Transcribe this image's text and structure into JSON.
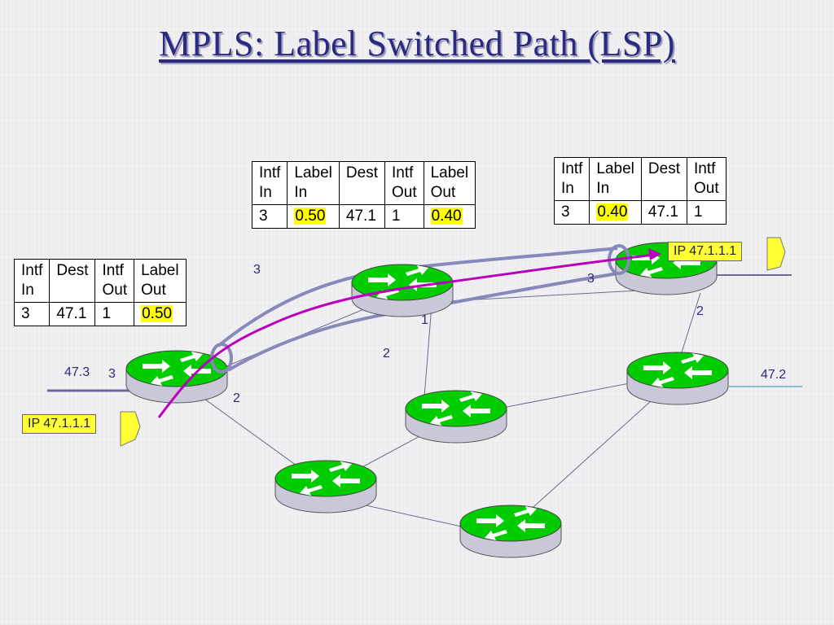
{
  "slide": {
    "title": "MPLS: Label Switched Path (LSP)",
    "colors": {
      "router_green": "#00cc00",
      "router_base": "#c8c8d8",
      "lsp_pipe": "#8888bb",
      "lsp_path": "#bb00bb",
      "highlight": "#ffff00",
      "title": "#2a2a82"
    }
  },
  "tables": {
    "ingress": {
      "headers": [
        [
          "Intf",
          "In"
        ],
        [
          "Dest"
        ],
        [
          "Intf",
          "Out"
        ],
        [
          "Label",
          "Out"
        ]
      ],
      "row": [
        "3",
        "47.1",
        "1",
        "0.50"
      ]
    },
    "core": {
      "headers": [
        [
          "Intf",
          "In"
        ],
        [
          "Label",
          "In"
        ],
        [
          "Dest"
        ],
        [
          "Intf",
          "Out"
        ],
        [
          "Label",
          "Out"
        ]
      ],
      "row": [
        "3",
        "0.50",
        "47.1",
        "1",
        "0.40"
      ]
    },
    "egress": {
      "headers": [
        [
          "Intf",
          "In"
        ],
        [
          "Label",
          "In"
        ],
        [
          "Dest"
        ],
        [
          "Intf",
          "Out"
        ]
      ],
      "row": [
        "3",
        "0.40",
        "47.1",
        "1"
      ]
    }
  },
  "labels": {
    "net_47_3": "47.3",
    "net_47_2": "47.2",
    "r1_if3": "3",
    "r1_if2": "2",
    "r2_if3": "3",
    "r2_if1": "1",
    "r2_if2": "2",
    "r3_if3": "3",
    "r3_if2": "2"
  },
  "packets": {
    "in": "IP 47.1.1.1",
    "out": "IP 47.1.1.1"
  },
  "icons": [
    "router-icon",
    "packet-arrow-icon"
  ]
}
